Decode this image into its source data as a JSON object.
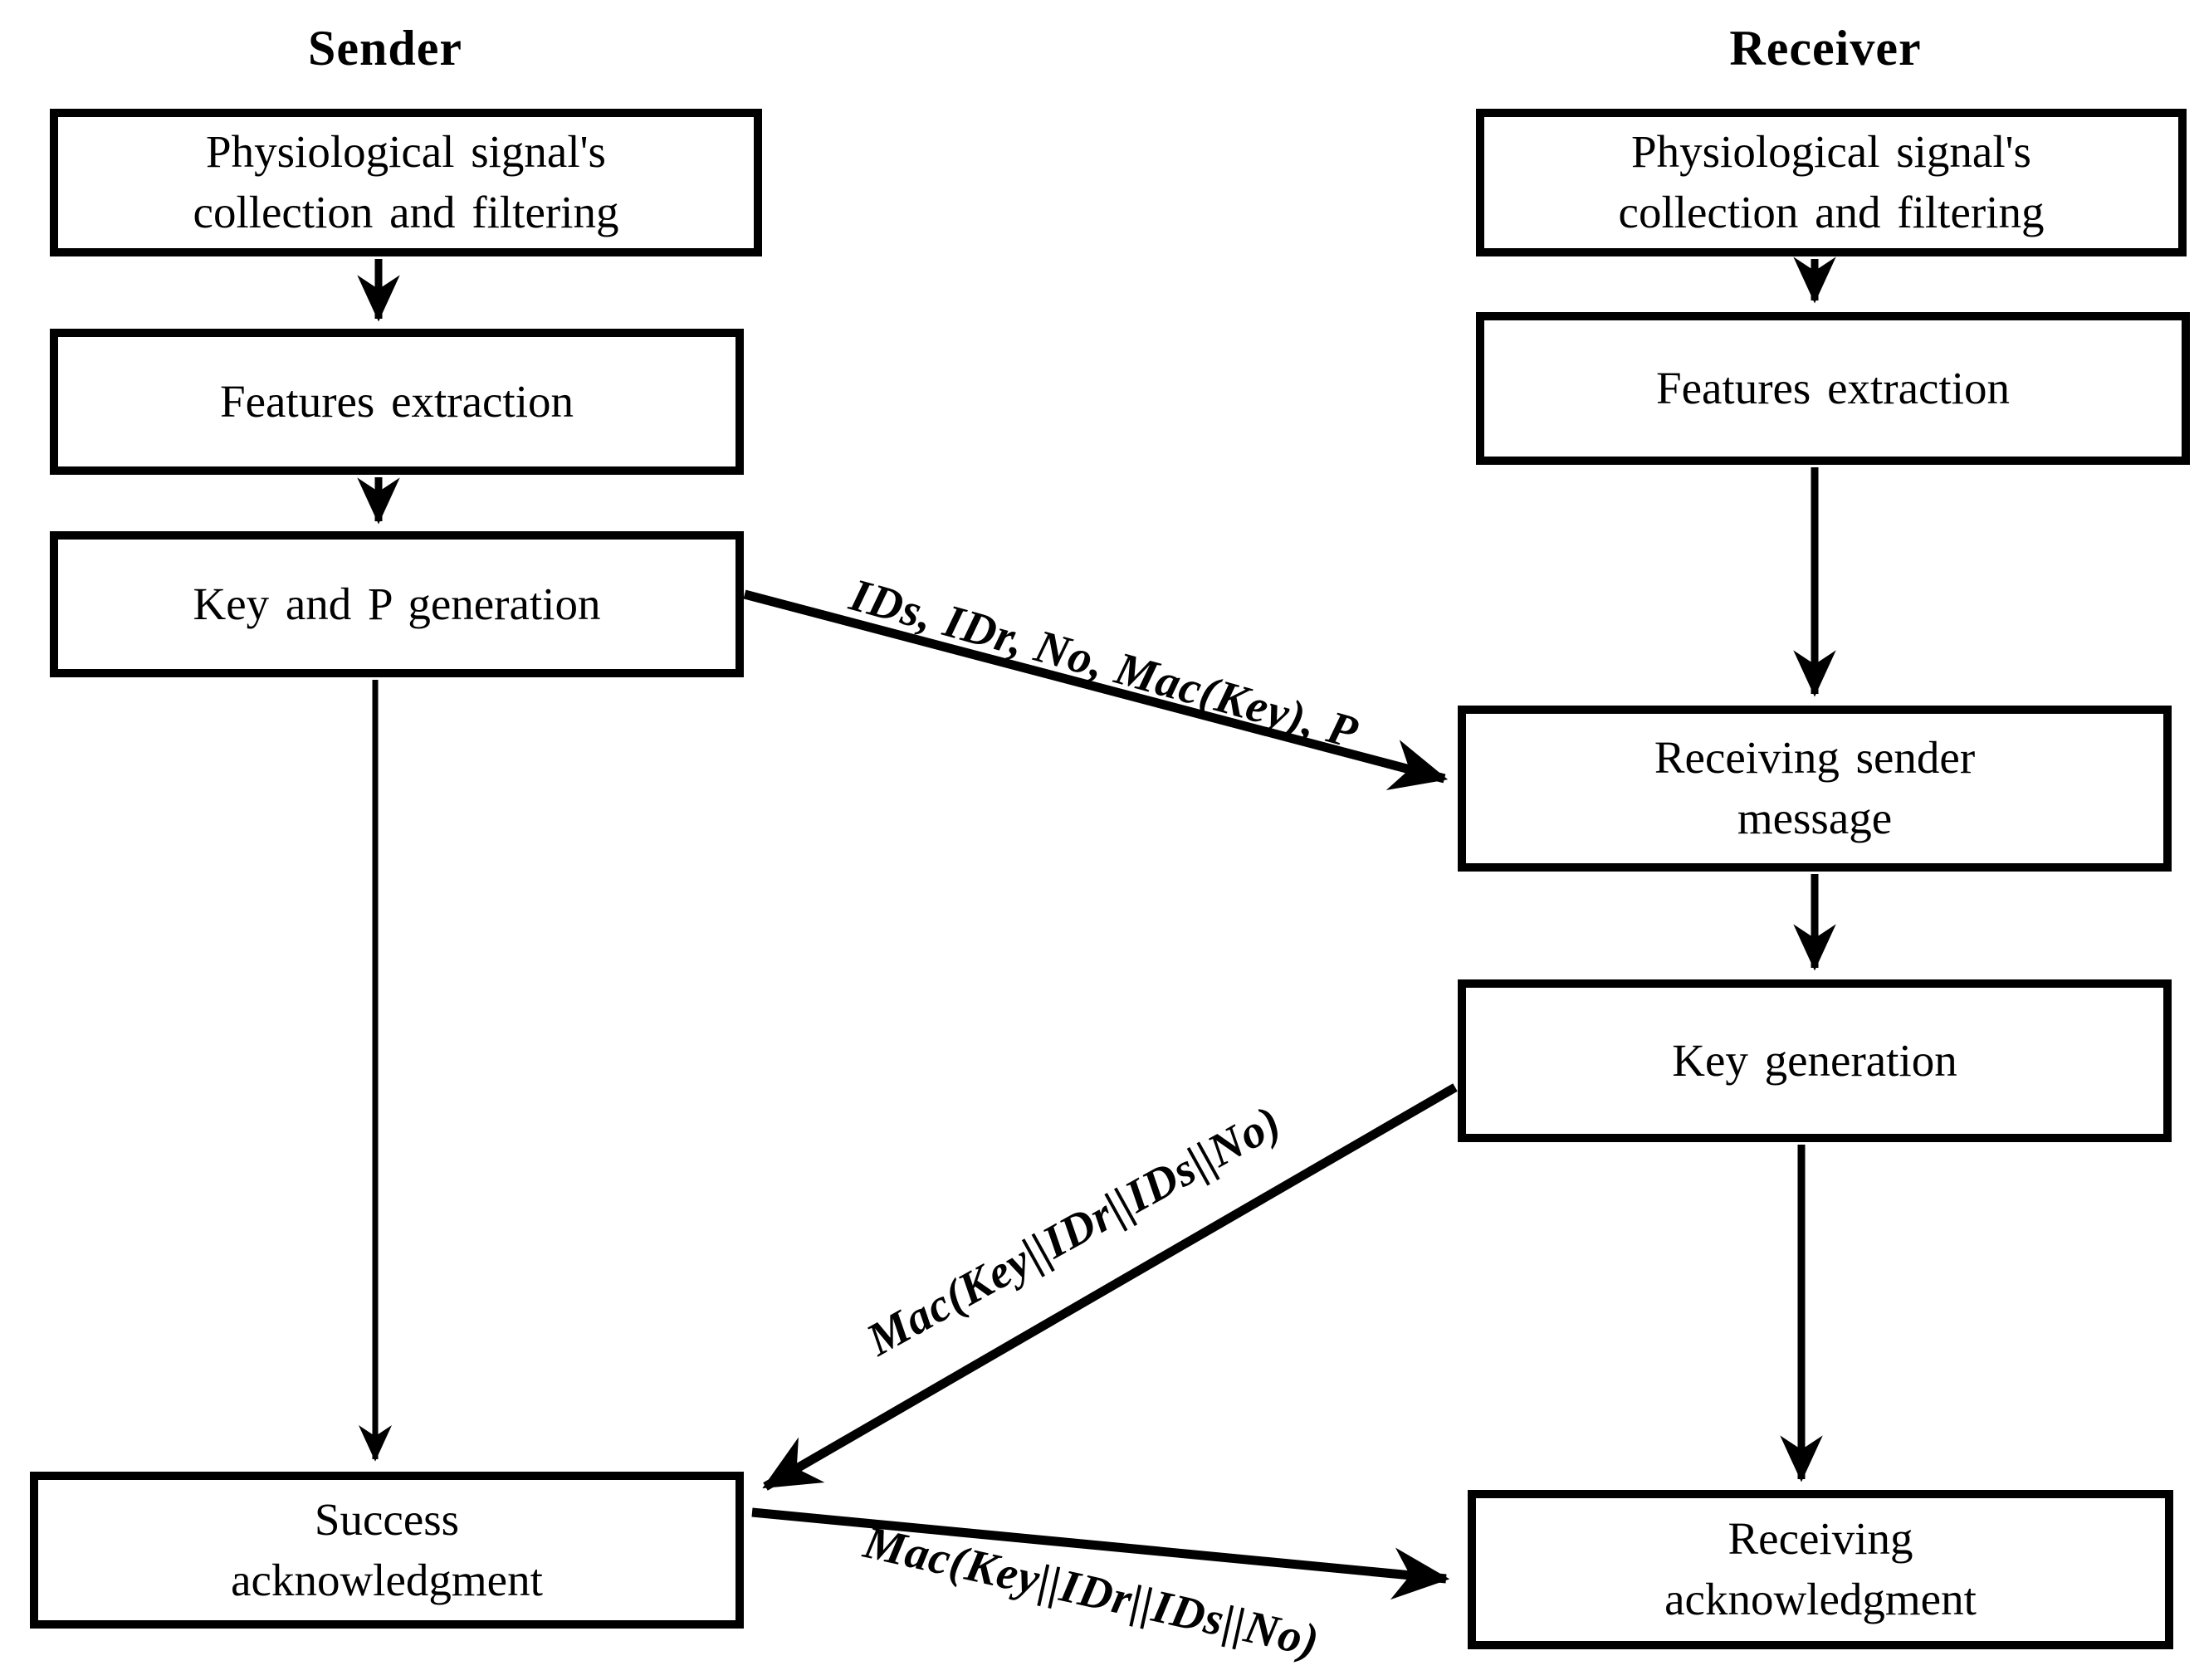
{
  "sender": {
    "title": "Sender",
    "boxes": [
      {
        "label": "Physiological signal's collection and filtering"
      },
      {
        "label": "Features extraction"
      },
      {
        "label": "Key and P generation"
      },
      {
        "label": "Success acknowledgment"
      }
    ]
  },
  "receiver": {
    "title": "Receiver",
    "boxes": [
      {
        "label": "Physiological signal's collection and filtering"
      },
      {
        "label": "Features extraction"
      },
      {
        "label": "Receiving sender message"
      },
      {
        "label": "Key generation"
      },
      {
        "label": "Receiving acknowledgment"
      }
    ]
  },
  "messages": [
    {
      "label": "IDs, IDr, No, Mac(Key), P",
      "from": "sender-key-and-p-generation",
      "to": "receiver-receiving-sender-message"
    },
    {
      "label": "Mac(Key||IDr||IDs||No)",
      "from": "receiver-key-generation",
      "to": "sender-success-acknowledgment"
    },
    {
      "label": "Mac(Key||IDr||IDs||No)",
      "from": "sender-success-acknowledgment",
      "to": "receiver-receiving-acknowledgment"
    }
  ],
  "colors": {
    "ink": "#000000",
    "background": "#ffffff"
  }
}
